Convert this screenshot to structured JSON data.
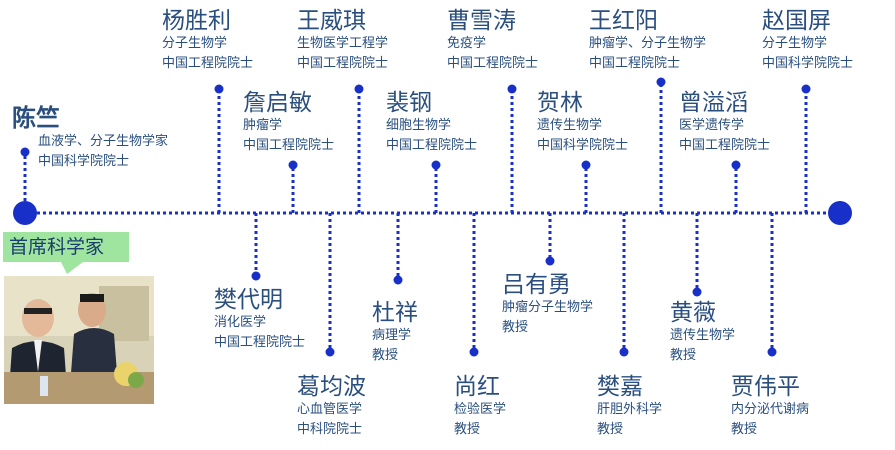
{
  "colors": {
    "line": "#1830c8",
    "text": "#2a4f7f",
    "chief_bg": "#9fe59f"
  },
  "leader": {
    "name": "陈竺",
    "field": "血液学、分子生物学家",
    "title": "中国科学院院士"
  },
  "chief_label": "首席科学家",
  "photo_icon": "chief-scientist-photo",
  "top_row": [
    {
      "name": "杨胜利",
      "field": "分子生物学",
      "title": "中国工程院院士"
    },
    {
      "name": "王威琪",
      "field": "生物医学工程学",
      "title": "中国工程院院士"
    },
    {
      "name": "曹雪涛",
      "field": "免疫学",
      "title": "中国工程院院士"
    },
    {
      "name": "王红阳",
      "field": "肿瘤学、分子生物学",
      "title": "中国工程院院士"
    },
    {
      "name": "赵国屏",
      "field": "分子生物学",
      "title": "中国科学院院士"
    }
  ],
  "upper_middle": [
    {
      "name": "詹启敏",
      "field": "肿瘤学",
      "title": "中国工程院院士"
    },
    {
      "name": "裴钢",
      "field": "细胞生物学",
      "title": "中国工程院院士"
    },
    {
      "name": "贺林",
      "field": "遗传生物学",
      "title": "中国科学院院士"
    },
    {
      "name": "曾溢滔",
      "field": "医学遗传学",
      "title": "中国工程院院士"
    }
  ],
  "lower_middle": [
    {
      "name": "樊代明",
      "field": "消化医学",
      "title": "中国工程院院士"
    },
    {
      "name": "杜祥",
      "field": "病理学",
      "title": "教授"
    },
    {
      "name": "吕有勇",
      "field": "肿瘤分子生物学",
      "title": "教授"
    },
    {
      "name": "黄薇",
      "field": "遗传生物学",
      "title": "教授"
    }
  ],
  "bottom_row": [
    {
      "name": "葛均波",
      "field": "心血管医学",
      "title": "中科院院士"
    },
    {
      "name": "尚红",
      "field": "检验医学",
      "title": "教授"
    },
    {
      "name": "樊嘉",
      "field": "肝胆外科学",
      "title": "教授"
    },
    {
      "name": "贾伟平",
      "field": "内分泌代谢病",
      "title": "教授"
    }
  ]
}
